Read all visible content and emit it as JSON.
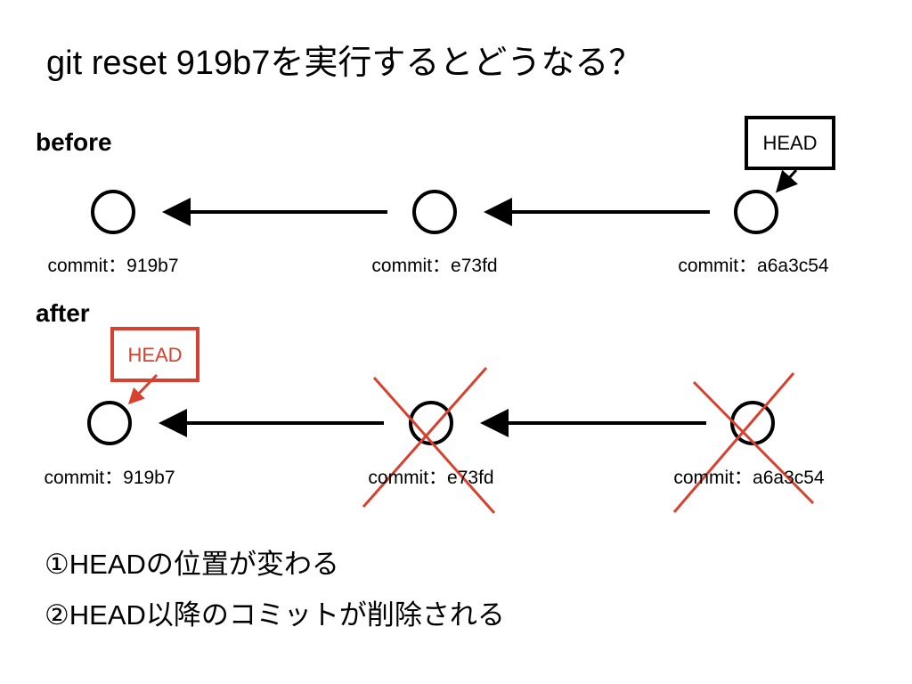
{
  "title": "git reset 919b7を実行するとどうなる？",
  "before": {
    "label": "before",
    "commits": [
      "commit：919b7",
      "commit：e73fd",
      "commit：a6a3c54"
    ],
    "head_label": "HEAD"
  },
  "after": {
    "label": "after",
    "commits": [
      "commit：919b7",
      "commit：e73fd",
      "commit：a6a3c54"
    ],
    "head_label": "HEAD",
    "deleted_commits": [
      "commit：e73fd",
      "commit：a6a3c54"
    ]
  },
  "notes": [
    "①HEADの位置が変わる",
    "②HEAD以降のコミットが削除される"
  ],
  "colors": {
    "text": "#000000",
    "highlight": "#d9412e"
  }
}
